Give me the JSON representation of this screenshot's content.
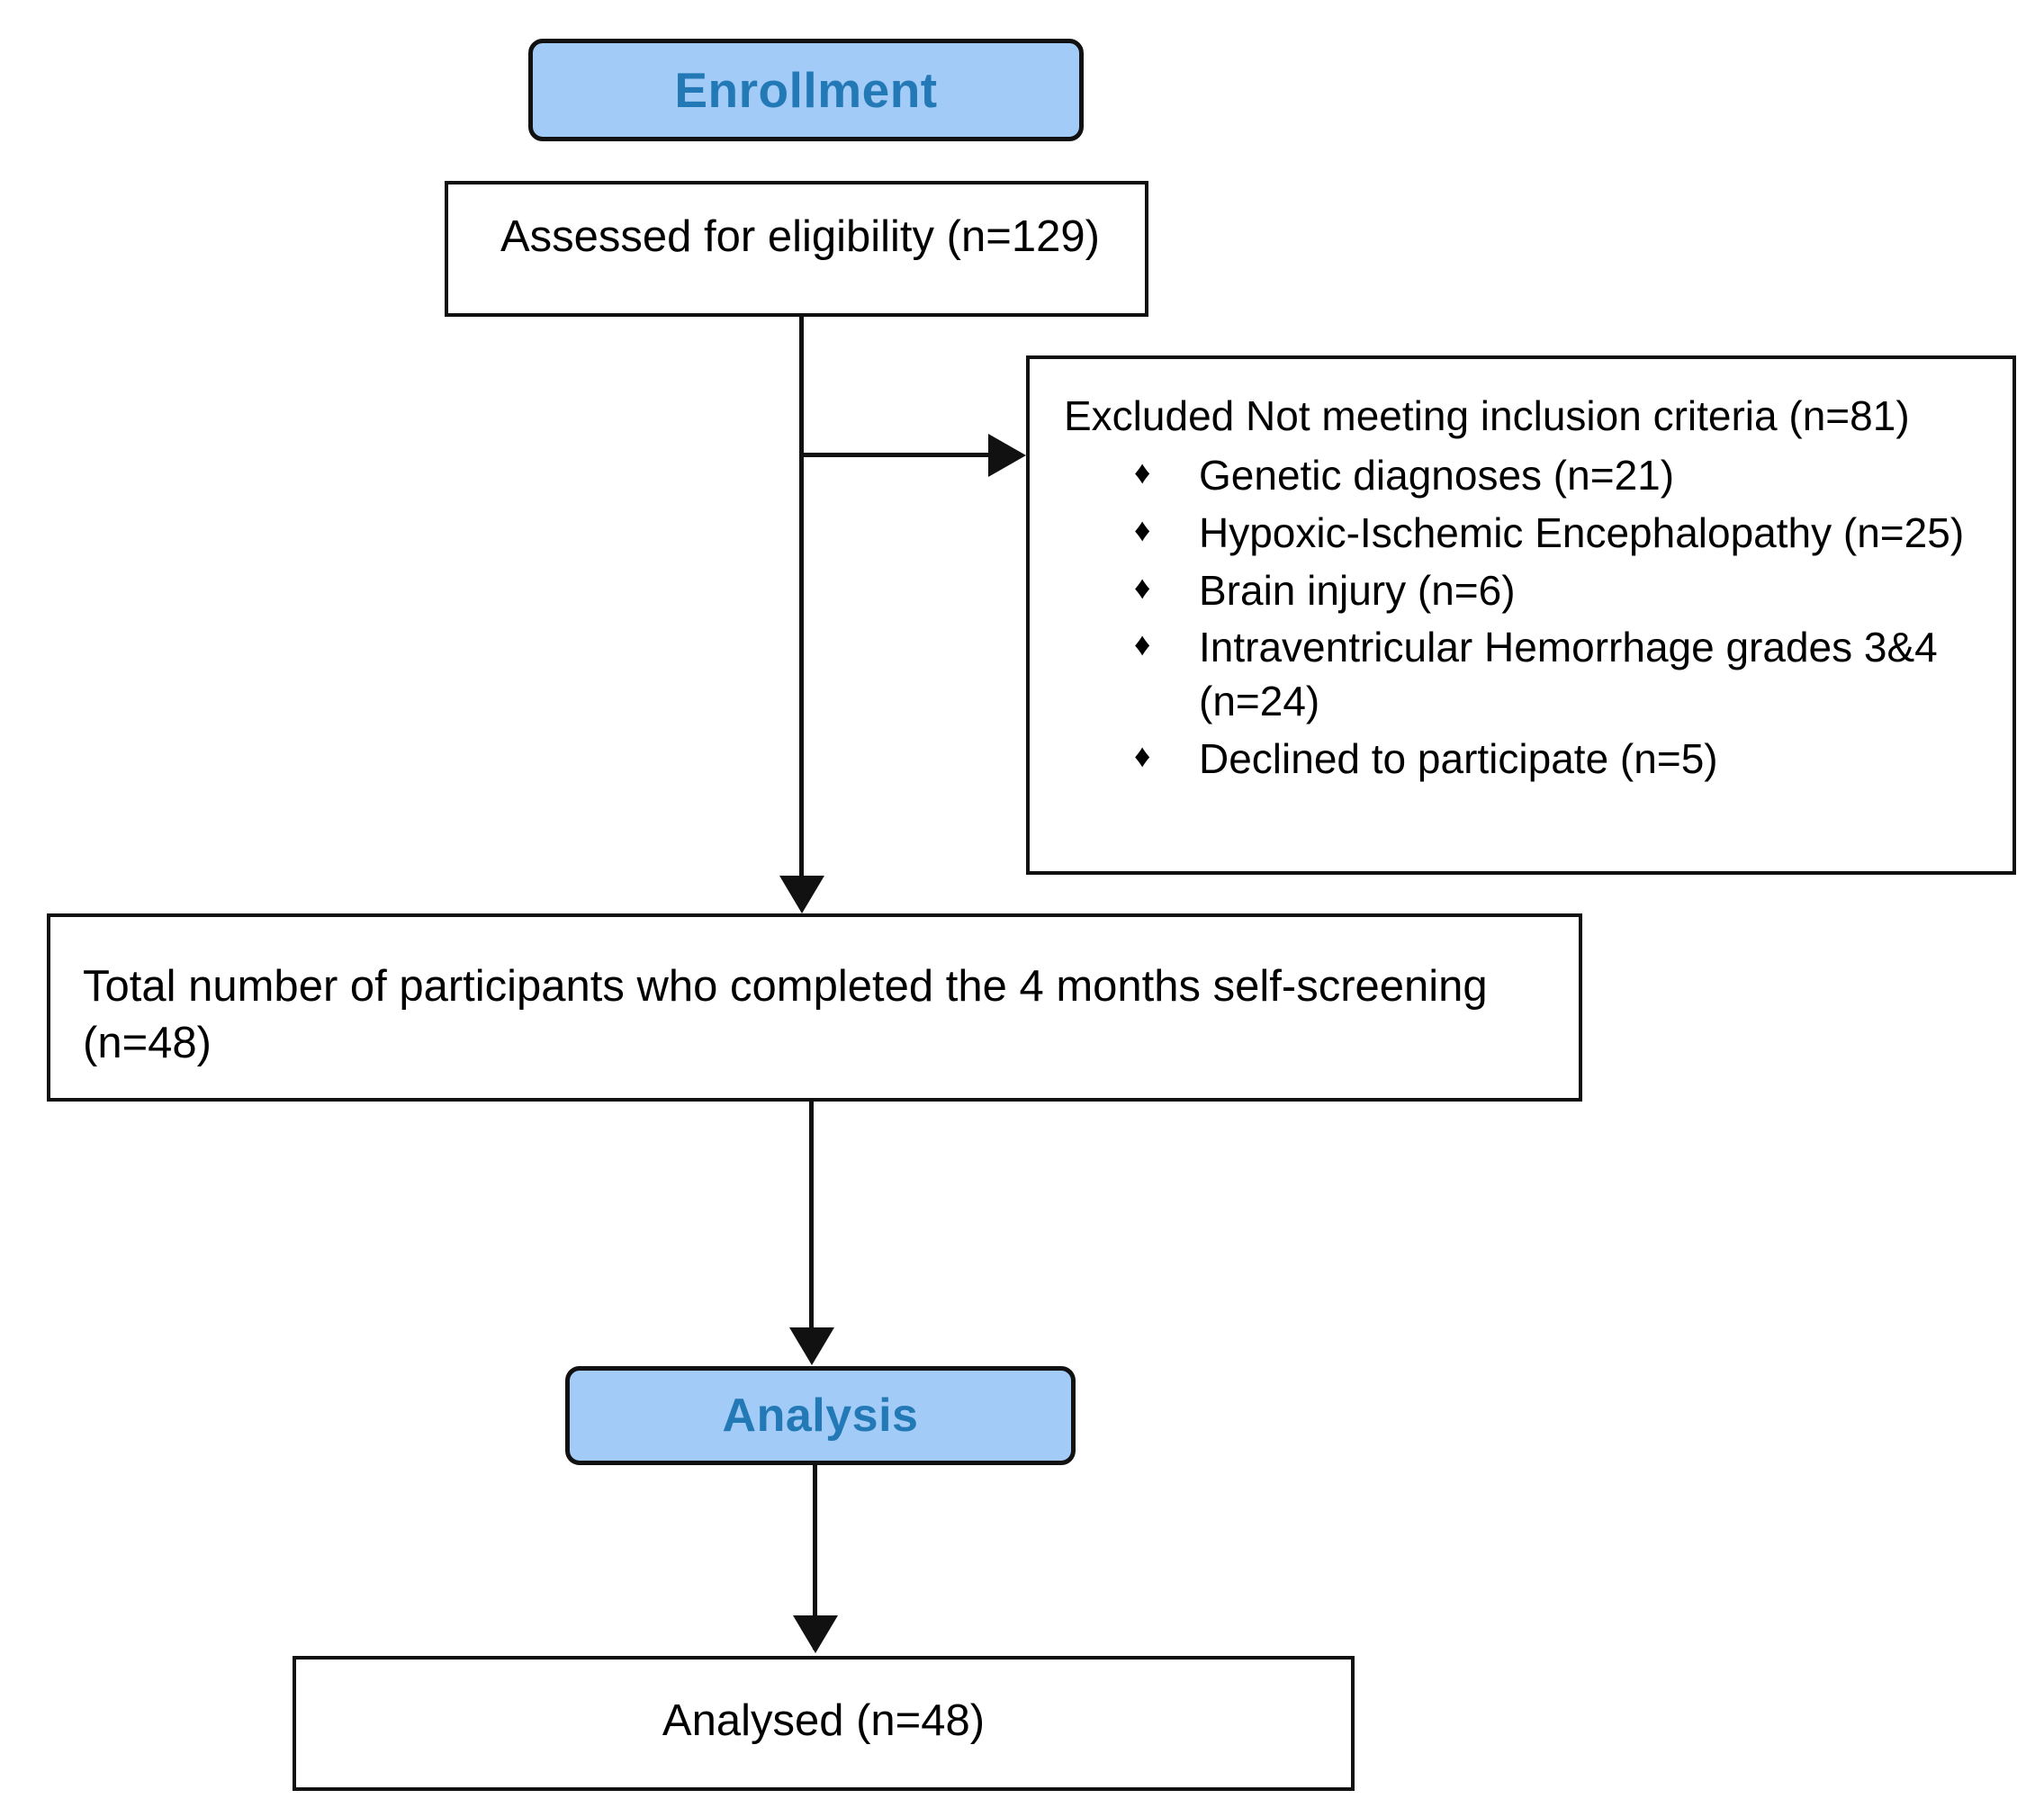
{
  "diagram": {
    "type": "consort-flow-diagram",
    "title": "CONSORT participant flow diagram",
    "colors": {
      "banner_fill": "#a3cbf7",
      "banner_text": "#2379b5",
      "box_fill": "#ffffff",
      "stroke": "#111111",
      "page_background": "#ffffff"
    }
  },
  "banners": {
    "enrollment": "Enrollment",
    "analysis": "Analysis"
  },
  "boxes": {
    "assessed": {
      "text": "Assessed for eligibility (n=129)",
      "n": 129
    },
    "excluded": {
      "heading": "Excluded Not meeting inclusion criteria (n=81)",
      "n": 81,
      "bullet_glyph": "♦",
      "items": [
        {
          "label": "Genetic diagnoses (n=21)",
          "n": 21
        },
        {
          "label": "Hypoxic-Ischemic Encephalopathy (n=25)",
          "n": 25
        },
        {
          "label": "Brain injury (n=6)",
          "n": 6
        },
        {
          "label": "Intraventricular Hemorrhage grades 3&4 (n=24)",
          "n": 24
        },
        {
          "label": "Declined to participate (n=5)",
          "n": 5
        }
      ]
    },
    "total_completed": {
      "text": "Total number of participants who completed the 4 months self-screening (n=48)",
      "n": 48
    },
    "analysed": {
      "text": "Analysed (n=48)",
      "n": 48
    }
  },
  "connectors": [
    {
      "name": "assessed-to-total",
      "kind": "arrow-down"
    },
    {
      "name": "assessed-to-excluded",
      "kind": "arrow-right"
    },
    {
      "name": "total-to-analysis",
      "kind": "arrow-down"
    },
    {
      "name": "analysis-to-analysed",
      "kind": "arrow-down"
    }
  ]
}
